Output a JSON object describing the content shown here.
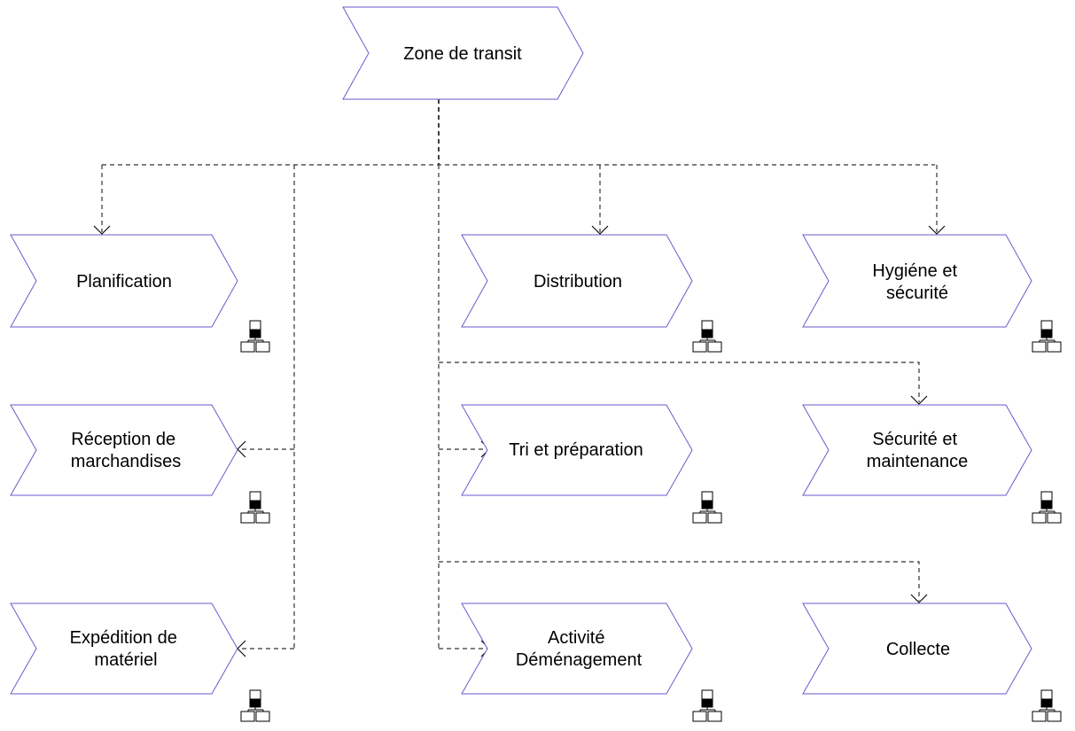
{
  "diagram": {
    "root": {
      "id": "root",
      "lines": [
        "Zone de transit"
      ]
    },
    "nodes": [
      {
        "id": "planification",
        "lines": [
          "Planification"
        ],
        "icon": "hierarchy-icon"
      },
      {
        "id": "distribution",
        "lines": [
          "Distribution"
        ],
        "icon": "hierarchy-icon"
      },
      {
        "id": "hygiene",
        "lines": [
          "Hygiéne et",
          "sécurité"
        ],
        "icon": "hierarchy-icon"
      },
      {
        "id": "reception",
        "lines": [
          "Réception de",
          "marchandises"
        ],
        "icon": "hierarchy-icon"
      },
      {
        "id": "tri",
        "lines": [
          "Tri et préparation"
        ],
        "icon": "hierarchy-icon"
      },
      {
        "id": "securite",
        "lines": [
          "Sécurité et",
          "maintenance"
        ],
        "icon": "hierarchy-icon"
      },
      {
        "id": "expedition",
        "lines": [
          "Expédition de",
          "matériel"
        ],
        "icon": "hierarchy-icon"
      },
      {
        "id": "activite",
        "lines": [
          "Activité",
          "Déménagement"
        ],
        "icon": "hierarchy-icon"
      },
      {
        "id": "collecte",
        "lines": [
          "Collecte"
        ],
        "icon": "hierarchy-icon"
      }
    ],
    "edges": [
      {
        "from": "root",
        "to": "planification"
      },
      {
        "from": "root",
        "to": "distribution"
      },
      {
        "from": "root",
        "to": "hygiene"
      },
      {
        "from": "root",
        "to": "reception"
      },
      {
        "from": "root",
        "to": "expedition"
      },
      {
        "from": "root",
        "to": "tri"
      },
      {
        "from": "root",
        "to": "securite"
      },
      {
        "from": "root",
        "to": "activite"
      },
      {
        "from": "root",
        "to": "collecte"
      }
    ],
    "colors": {
      "shape_stroke": "#6a5acd",
      "connector": "#333333",
      "text": "#000000"
    }
  }
}
